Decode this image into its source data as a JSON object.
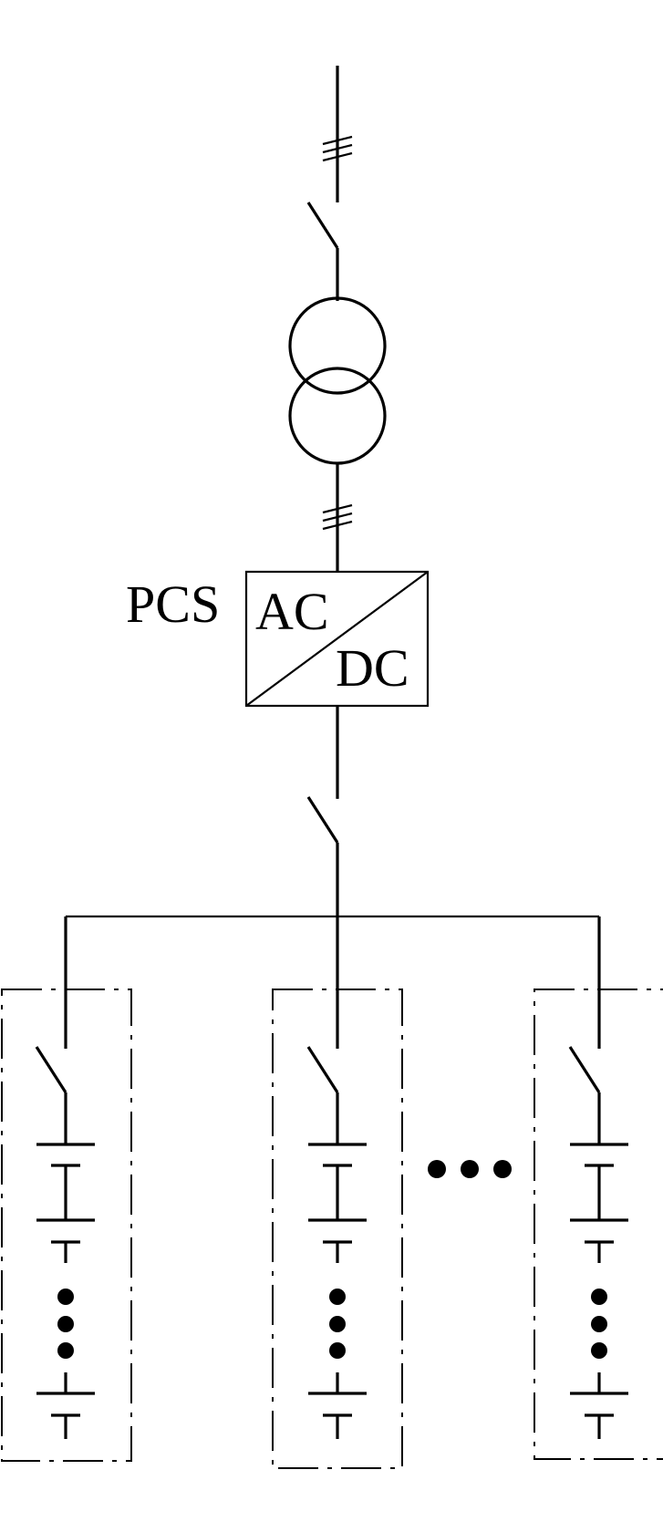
{
  "diagram": {
    "pcs_label": "PCS",
    "converter_ac_label": "AC",
    "converter_dc_label": "DC"
  }
}
